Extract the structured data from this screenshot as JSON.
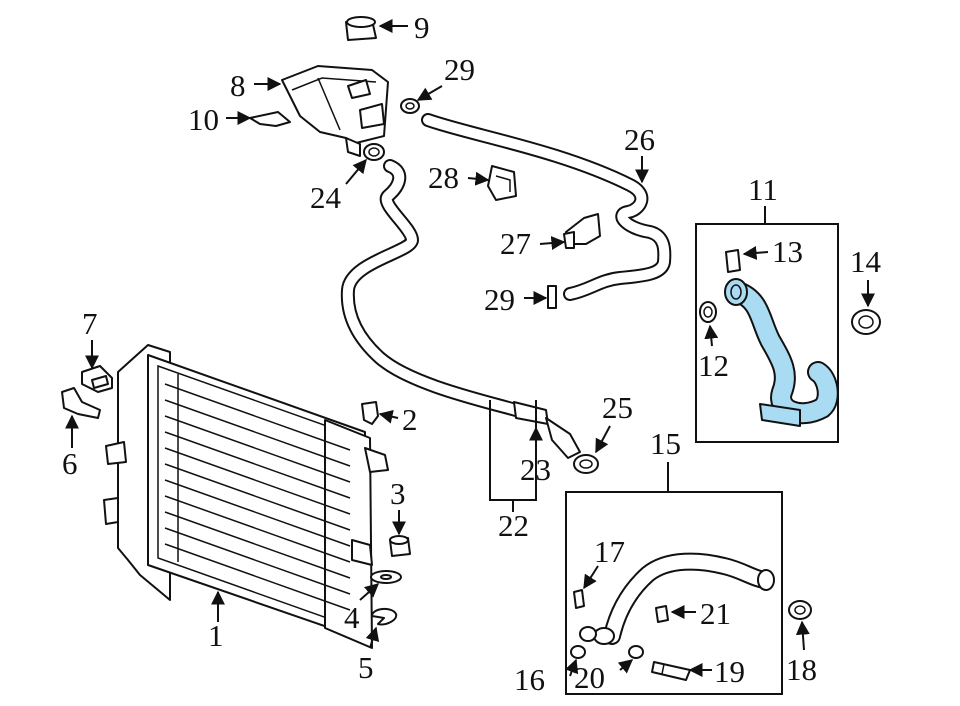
{
  "diagram": {
    "highlight_color": "#a9dcf2",
    "callouts": {
      "c1": "1",
      "c2": "2",
      "c3": "3",
      "c4": "4",
      "c5": "5",
      "c6": "6",
      "c7": "7",
      "c8": "8",
      "c9": "9",
      "c10": "10",
      "c11": "11",
      "c12": "12",
      "c13": "13",
      "c14": "14",
      "c15": "15",
      "c16": "16",
      "c17": "17",
      "c18": "18",
      "c19": "19",
      "c20": "20",
      "c21": "21",
      "c22": "22",
      "c23": "23",
      "c24": "24",
      "c25": "25",
      "c26": "26",
      "c27": "27",
      "c28": "28",
      "c29a": "29",
      "c29b": "29"
    }
  }
}
